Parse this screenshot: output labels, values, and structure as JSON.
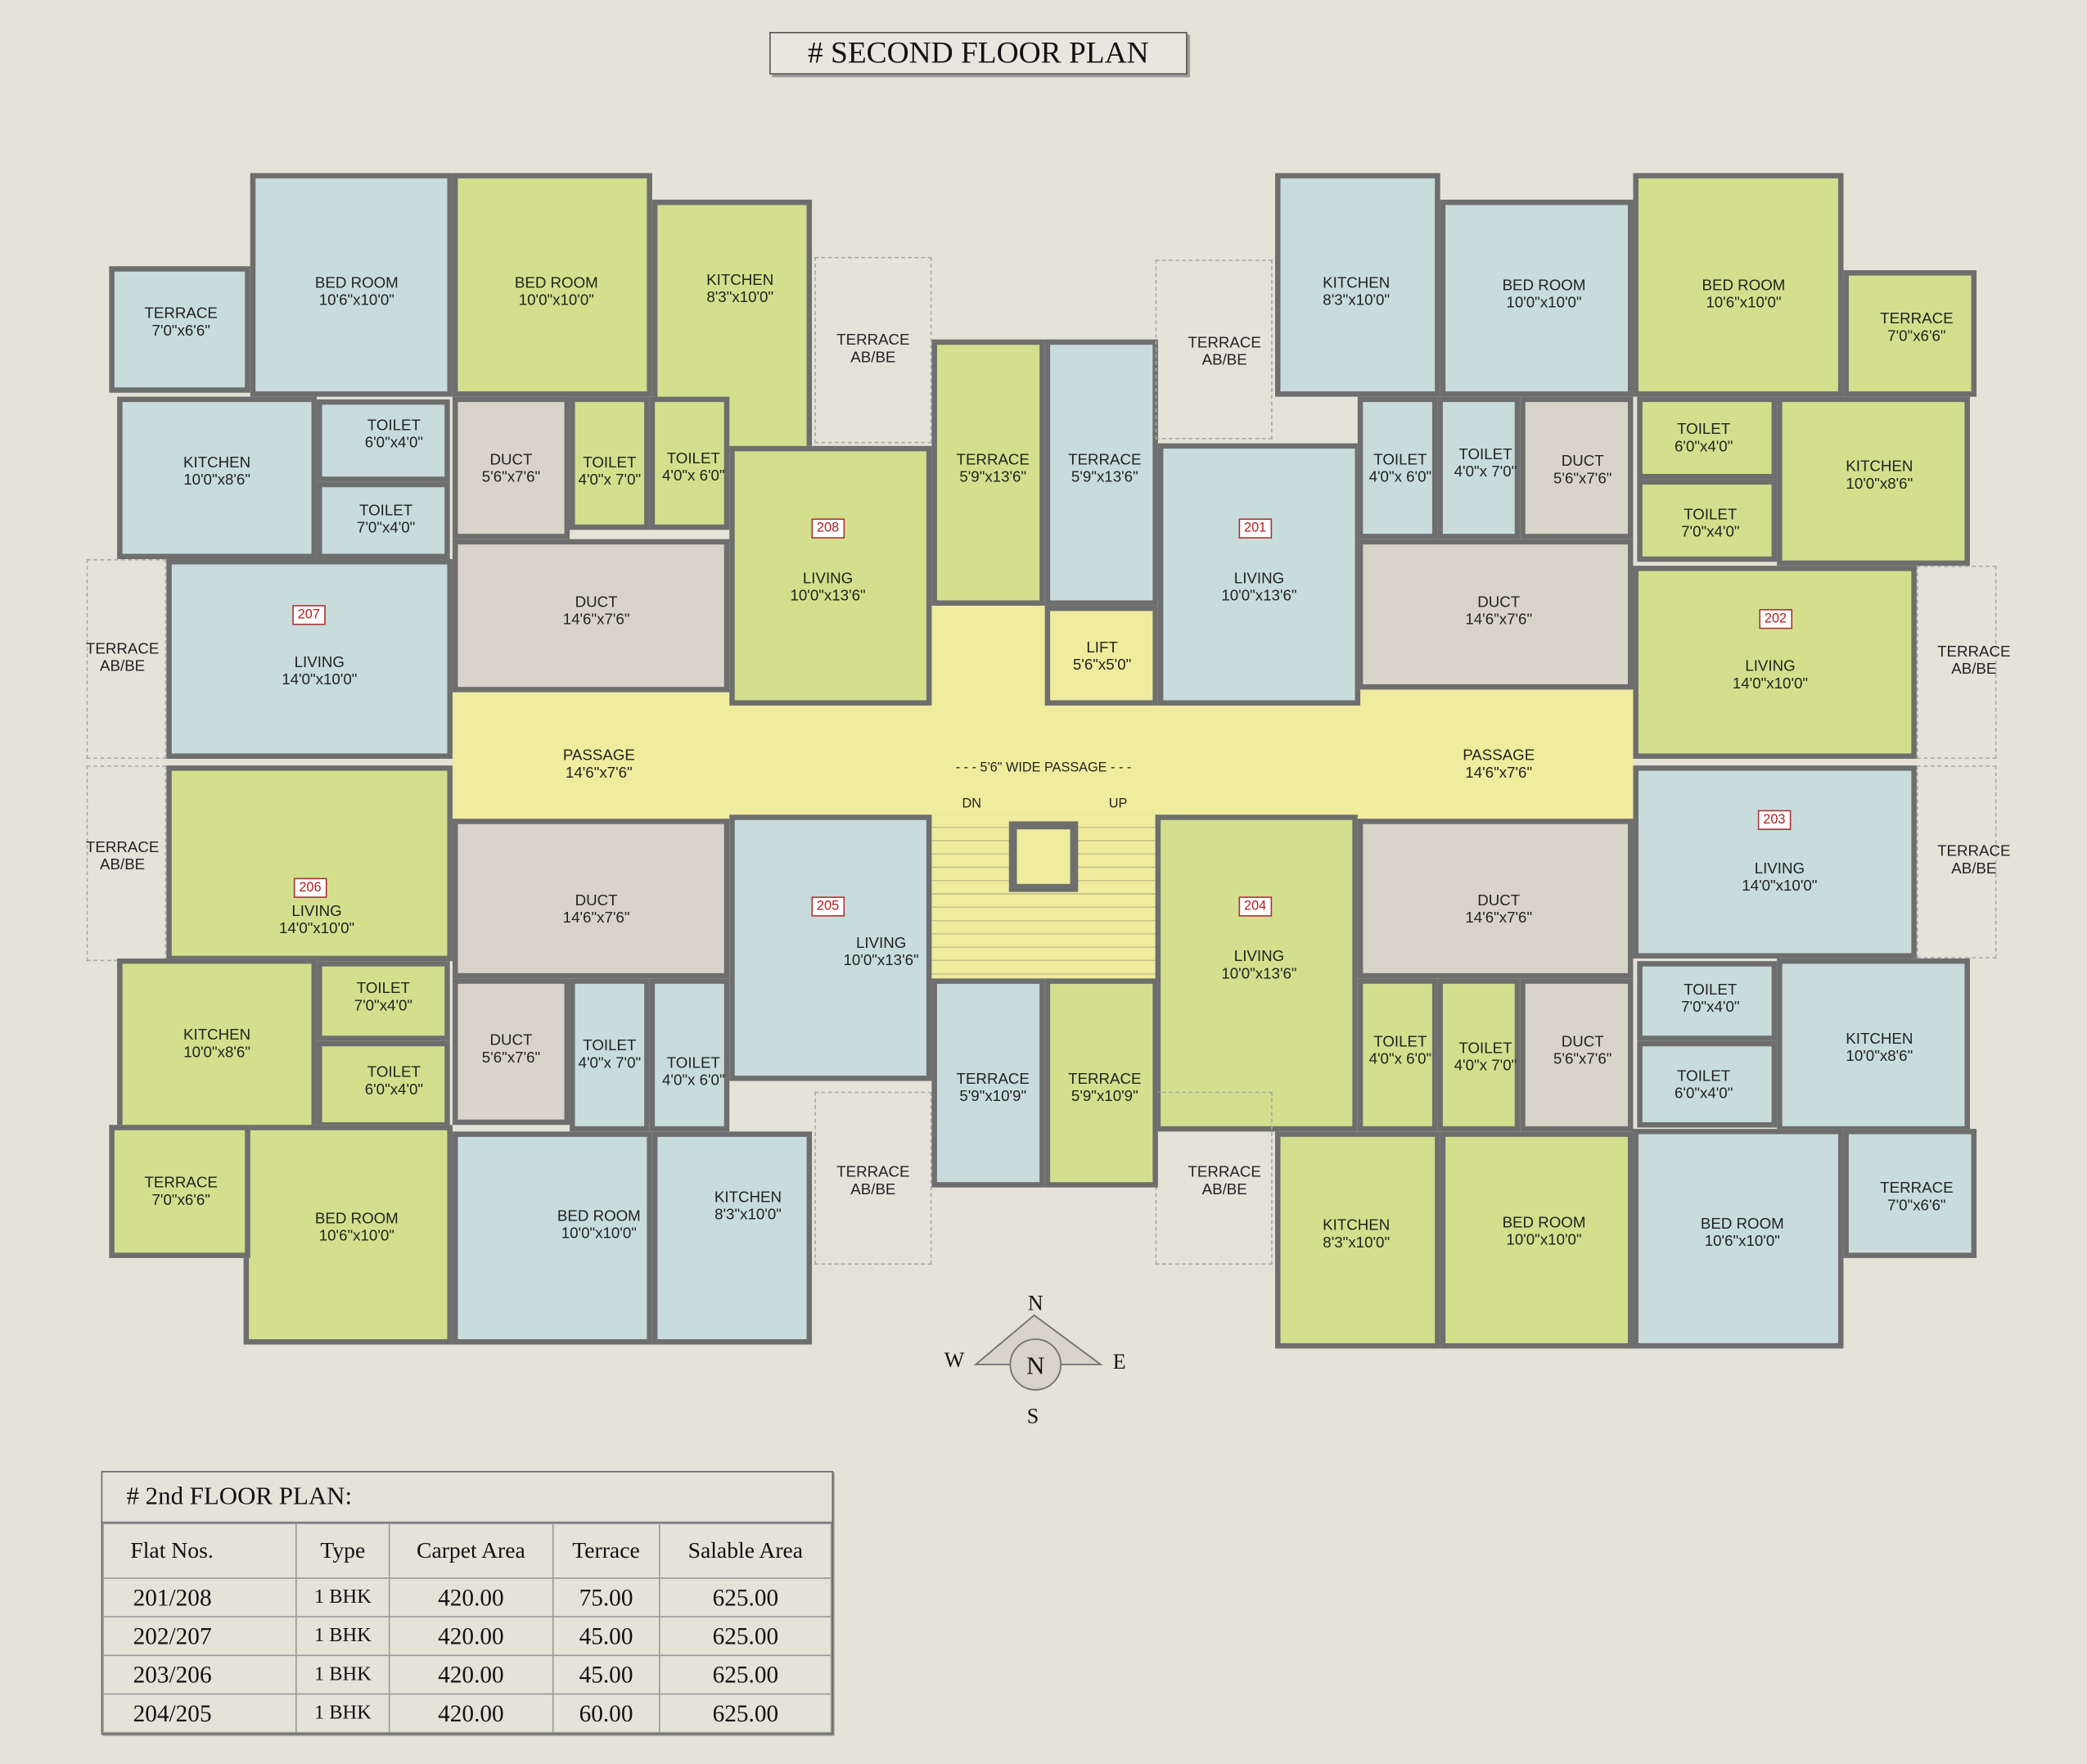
{
  "title": "# SECOND FLOOR PLAN",
  "colors": {
    "flat_blue": "#c8dcdc",
    "flat_green": "#d3df8c",
    "passage": "#f0ec9e",
    "duct": "#d9d4c9",
    "wall": "#6e6e6e",
    "background": "#e5e3d8",
    "flat_badge": "#b01c1c"
  },
  "rooms": [
    {
      "label": "TERRACE",
      "dims": "7'0\"x6'6\""
    },
    {
      "label": "BED ROOM",
      "dims": "10'6\"x10'0\""
    },
    {
      "label": "KITCHEN",
      "dims": "10'0\"x8'6\""
    },
    {
      "label": "TOILET",
      "dims": "6'0\"x4'0\""
    },
    {
      "label": "TOILET",
      "dims": "7'0\"x4'0\""
    },
    {
      "label": "LIVING",
      "dims": "14'0\"x10'0\""
    },
    {
      "label": "TERRACE",
      "dims": "AB/BE"
    },
    {
      "label": "BED ROOM",
      "dims": "10'0\"x10'0\""
    },
    {
      "label": "KITCHEN",
      "dims": "8'3\"x10'0\""
    },
    {
      "label": "DUCT",
      "dims": "5'6\"x7'6\""
    },
    {
      "label": "TOILET",
      "dims": "4'0\"x 7'0\""
    },
    {
      "label": "TOILET",
      "dims": "4'0\"x 6'0\""
    },
    {
      "label": "DUCT",
      "dims": "14'6\"x7'6\""
    },
    {
      "label": "LIVING",
      "dims": "10'0\"x13'6\""
    },
    {
      "label": "TERRACE",
      "dims": "AB/BE"
    },
    {
      "label": "TERRACE",
      "dims": "5'9\"x13'6\""
    },
    {
      "label": "TERRACE",
      "dims": "5'9\"x13'6\""
    },
    {
      "label": "LIFT",
      "dims": "5'6\"x5'0\""
    },
    {
      "label": "TERRACE",
      "dims": "AB/BE"
    },
    {
      "label": "KITCHEN",
      "dims": "8'3\"x10'0\""
    },
    {
      "label": "BED ROOM",
      "dims": "10'0\"x10'0\""
    },
    {
      "label": "LIVING",
      "dims": "10'0\"x13'6\""
    },
    {
      "label": "TOILET",
      "dims": "4'0\"x 6'0\""
    },
    {
      "label": "TOILET",
      "dims": "4'0\"x 7'0\""
    },
    {
      "label": "DUCT",
      "dims": "5'6\"x7'6\""
    },
    {
      "label": "DUCT",
      "dims": "14'6\"x7'6\""
    },
    {
      "label": "BED ROOM",
      "dims": "10'6\"x10'0\""
    },
    {
      "label": "TERRACE",
      "dims": "7'0\"x6'6\""
    },
    {
      "label": "TOILET",
      "dims": "6'0\"x4'0\""
    },
    {
      "label": "TOILET",
      "dims": "7'0\"x4'0\""
    },
    {
      "label": "KITCHEN",
      "dims": "10'0\"x8'6\""
    },
    {
      "label": "LIVING",
      "dims": "14'0\"x10'0\""
    },
    {
      "label": "TERRACE",
      "dims": "AB/BE"
    },
    {
      "label": "LIVING",
      "dims": "14'0\"x10'0\""
    },
    {
      "label": "TERRACE",
      "dims": "AB/BE"
    },
    {
      "label": "TOILET",
      "dims": "7'0\"x4'0\""
    },
    {
      "label": "TOILET",
      "dims": "6'0\"x4'0\""
    },
    {
      "label": "KITCHEN",
      "dims": "10'0\"x8'6\""
    },
    {
      "label": "BED ROOM",
      "dims": "10'6\"x10'0\""
    },
    {
      "label": "TERRACE",
      "dims": "7'0\"x6'6\""
    },
    {
      "label": "DUCT",
      "dims": "14'6\"x7'6\""
    },
    {
      "label": "LIVING",
      "dims": "10'0\"x13'6\""
    },
    {
      "label": "TOILET",
      "dims": "4'0\"x 6'0\""
    },
    {
      "label": "TOILET",
      "dims": "4'0\"x 7'0\""
    },
    {
      "label": "DUCT",
      "dims": "5'6\"x7'6\""
    },
    {
      "label": "KITCHEN",
      "dims": "8'3\"x10'0\""
    },
    {
      "label": "BED ROOM",
      "dims": "10'0\"x10'0\""
    },
    {
      "label": "TERRACE",
      "dims": "AB/BE"
    },
    {
      "label": "TERRACE",
      "dims": "5'9\"x10'9\""
    },
    {
      "label": "TERRACE",
      "dims": "5'9\"x10'9\""
    },
    {
      "label": "TERRACE",
      "dims": "AB/BE"
    },
    {
      "label": "LIVING",
      "dims": "10'0\"x13'6\""
    },
    {
      "label": "DUCT",
      "dims": "14'6\"x7'6\""
    },
    {
      "label": "DUCT",
      "dims": "5'6\"x7'6\""
    },
    {
      "label": "TOILET",
      "dims": "4'0\"x 7'0\""
    },
    {
      "label": "TOILET",
      "dims": "4'0\"x 6'0\""
    },
    {
      "label": "BED ROOM",
      "dims": "10'0\"x10'0\""
    },
    {
      "label": "KITCHEN",
      "dims": "8'3\"x10'0\""
    },
    {
      "label": "LIVING",
      "dims": "14'0\"x10'0\""
    },
    {
      "label": "TERRACE",
      "dims": "AB/BE"
    },
    {
      "label": "KITCHEN",
      "dims": "10'0\"x8'6\""
    },
    {
      "label": "TOILET",
      "dims": "7'0\"x4'0\""
    },
    {
      "label": "TOILET",
      "dims": "6'0\"x4'0\""
    },
    {
      "label": "BED ROOM",
      "dims": "10'6\"x10'0\""
    },
    {
      "label": "TERRACE",
      "dims": "7'0\"x6'6\""
    }
  ],
  "flat_numbers": [
    "207",
    "208",
    "201",
    "202",
    "203",
    "204",
    "205",
    "206"
  ],
  "passage": {
    "left": {
      "label": "PASSAGE",
      "dims": "14'6\"x7'6\""
    },
    "right": {
      "label": "PASSAGE",
      "dims": "14'6\"x7'6\""
    },
    "wide": "- - - 5'6\" WIDE PASSAGE - - -",
    "stairs_down": "DN",
    "stairs_up": "UP"
  },
  "compass": {
    "north": "N",
    "south": "S",
    "east": "E",
    "west": "W",
    "center": "N"
  },
  "area_table": {
    "title": "# 2nd FLOOR PLAN:",
    "headers": [
      "Flat Nos.",
      "Type",
      "Carpet Area",
      "Terrace",
      "Salable  Area"
    ],
    "rows": [
      [
        "201/208",
        "1 BHK",
        "420.00",
        "75.00",
        "625.00"
      ],
      [
        "202/207",
        "1 BHK",
        "420.00",
        "45.00",
        "625.00"
      ],
      [
        "203/206",
        "1 BHK",
        "420.00",
        "45.00",
        "625.00"
      ],
      [
        "204/205",
        "1 BHK",
        "420.00",
        "60.00",
        "625.00"
      ]
    ]
  }
}
